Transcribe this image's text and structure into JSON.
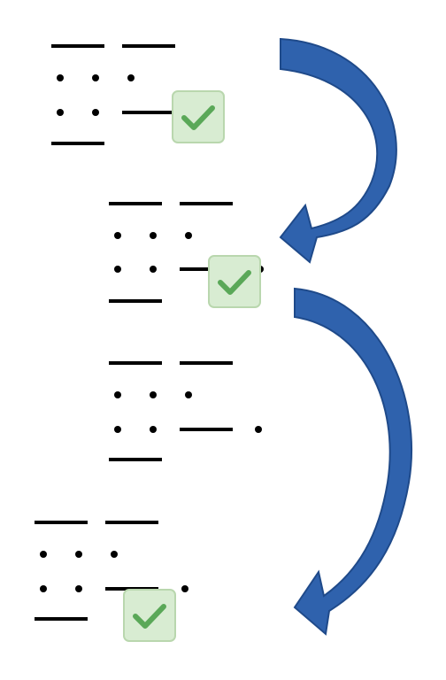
{
  "icons": {
    "check": "check-icon",
    "arrow": "curved-arrow-icon"
  },
  "colors": {
    "line": "#000000",
    "check_bg": "#d8ecd2",
    "check_border": "#b9d7ae",
    "check_mark": "#5aa858",
    "arrow_fill": "#2f62ad",
    "arrow_stroke": "#1f4a8a"
  },
  "arrangements": [
    {
      "id": "config-1",
      "has_check": true
    },
    {
      "id": "config-2",
      "has_check": true
    },
    {
      "id": "config-3",
      "has_check": false
    },
    {
      "id": "config-4",
      "has_check": true
    }
  ]
}
